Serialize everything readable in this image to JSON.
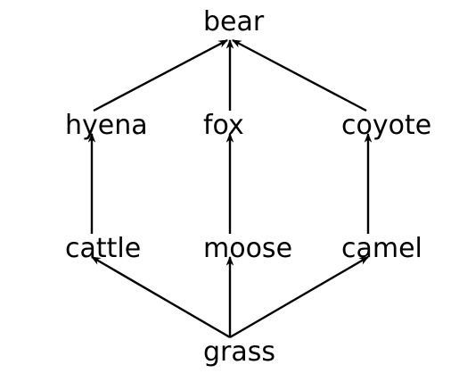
{
  "diagram": {
    "nodes": {
      "bear": "bear",
      "hyena": "hyena",
      "fox": "fox",
      "coyote": "coyote",
      "cattle": "cattle",
      "moose": "moose",
      "camel": "camel",
      "grass": "grass"
    },
    "edges": [
      {
        "from": "hyena",
        "to": "bear"
      },
      {
        "from": "fox",
        "to": "bear"
      },
      {
        "from": "coyote",
        "to": "bear"
      },
      {
        "from": "cattle",
        "to": "hyena"
      },
      {
        "from": "moose",
        "to": "fox"
      },
      {
        "from": "camel",
        "to": "coyote"
      },
      {
        "from": "grass",
        "to": "cattle"
      },
      {
        "from": "grass",
        "to": "moose"
      },
      {
        "from": "grass",
        "to": "camel"
      }
    ],
    "colors": {
      "line": "#000000",
      "text": "#000000",
      "background": "#ffffff"
    }
  }
}
